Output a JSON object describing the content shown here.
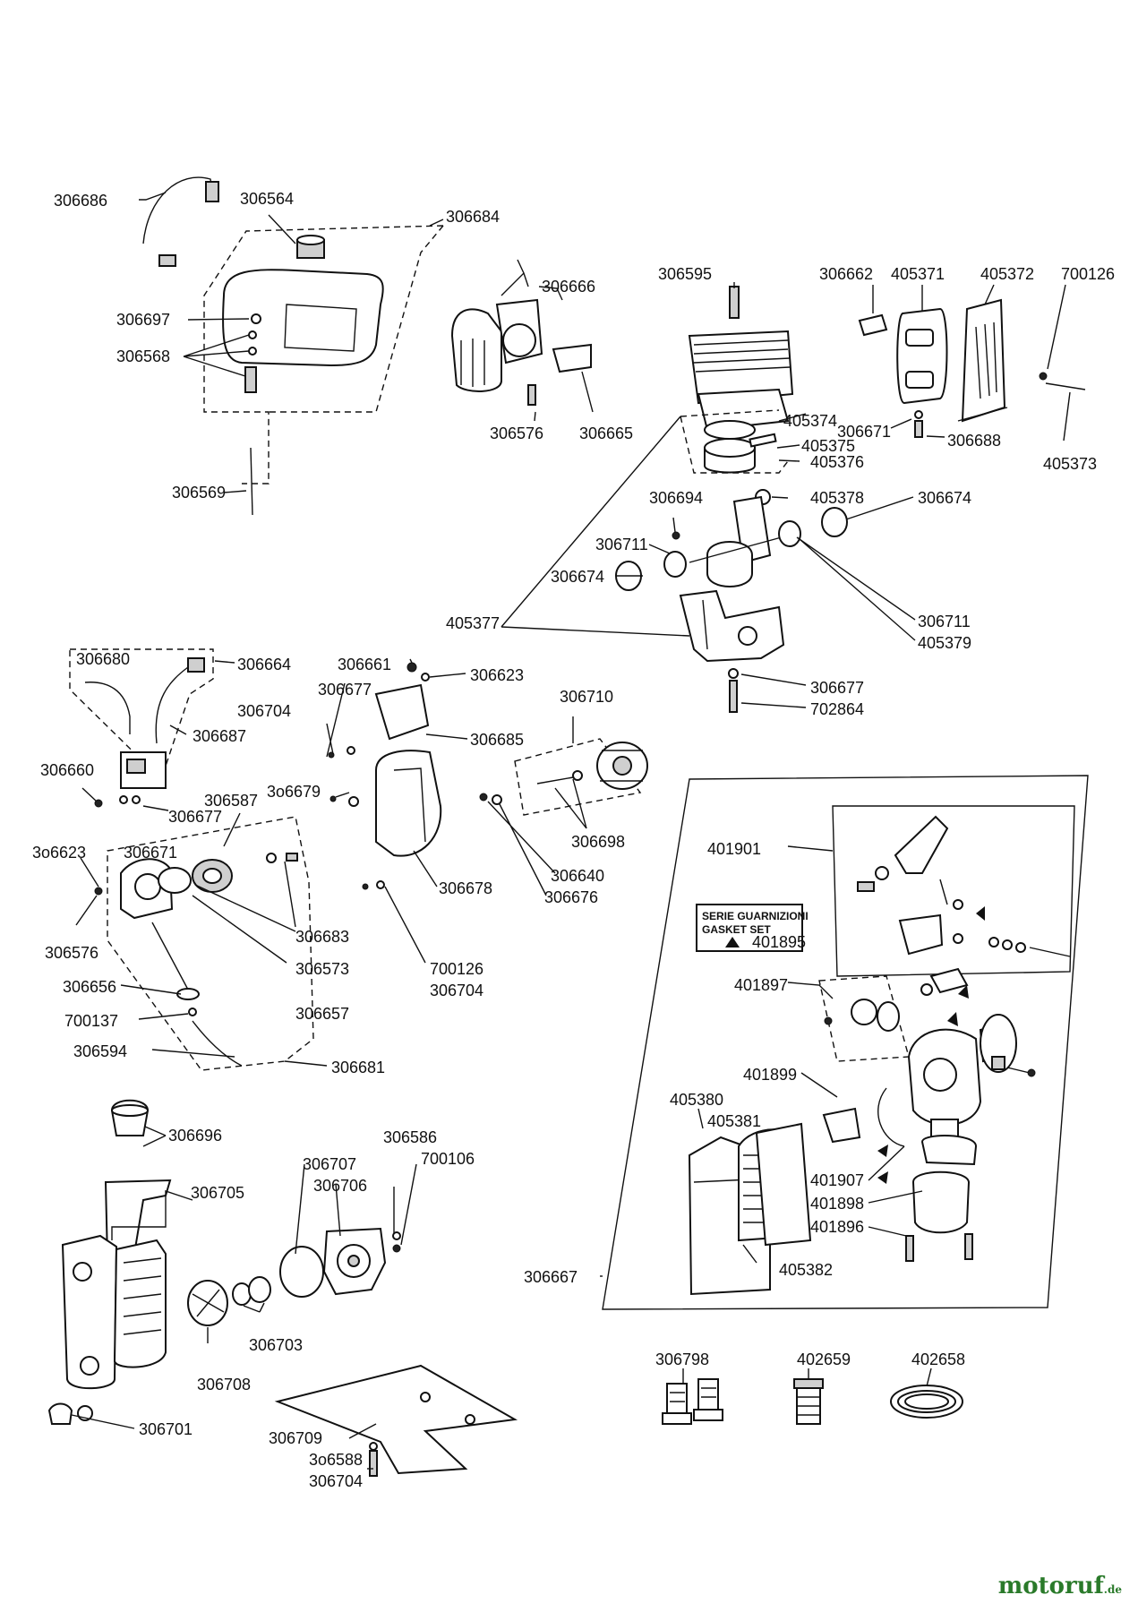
{
  "parts": {
    "p306686": "306686",
    "p306564": "306564",
    "p306684": "306684",
    "p306697": "306697",
    "p306568": "306568",
    "p306569": "306569",
    "p306666": "306666",
    "p306576a": "306576",
    "p306665": "306665",
    "p306595": "306595",
    "p306662": "306662",
    "p405371": "405371",
    "p405372": "405372",
    "p700126a": "700126",
    "p405374": "405374",
    "p306671a": "306671",
    "p405375": "405375",
    "p405376": "405376",
    "p306688": "306688",
    "p405373": "405373",
    "p306694": "306694",
    "p405378": "405378",
    "p306674a": "306674",
    "p306711a": "306711",
    "p306674b": "306674",
    "p405377": "405377",
    "p306711b": "306711",
    "p405379": "405379",
    "p306680": "306680",
    "p306664": "306664",
    "p306661": "306661",
    "p306623a": "306623",
    "p306677a": "306677",
    "p306677b": "306677",
    "p702864": "702864",
    "p306710": "306710",
    "p306704a": "306704",
    "p306687": "306687",
    "p306685": "306685",
    "p306660": "306660",
    "p306677c": "306677",
    "p306587": "306587",
    "p306679": "3o6679",
    "p306671b": "306671",
    "p306698": "306698",
    "p306623b": "3o6623",
    "p306640": "306640",
    "p306676": "306676",
    "p306678": "306678",
    "p306576b": "306576",
    "p306683": "306683",
    "p306573": "306573",
    "p700126b": "700126",
    "p306704b": "306704",
    "p306656": "306656",
    "p306657": "306657",
    "p700137": "700137",
    "p306594": "306594",
    "p306681": "306681",
    "p401901": "401901",
    "p401895": "401895",
    "p401897": "401897",
    "p401899": "401899",
    "p405380": "405380",
    "p405381": "405381",
    "p401907": "401907",
    "p401898": "401898",
    "p401896": "401896",
    "p306667": "306667",
    "p405382": "405382",
    "p306696": "306696",
    "p306586": "306586",
    "p306707": "306707",
    "p700106": "700106",
    "p306705": "306705",
    "p306706": "306706",
    "p306703": "306703",
    "p306708": "306708",
    "p306701": "306701",
    "p306709": "306709",
    "p306588": "3o6588",
    "p306704c": "306704",
    "p306798": "306798",
    "p402659": "402659",
    "p402658": "402658"
  },
  "gasket_box": {
    "line1": "SERIE GUARNIZIONI",
    "line2": "GASKET SET"
  },
  "watermark": {
    "name": "motoruf",
    "suffix": ".de"
  },
  "colors": {
    "ink": "#111111",
    "watermark": "#2a7a2a"
  }
}
